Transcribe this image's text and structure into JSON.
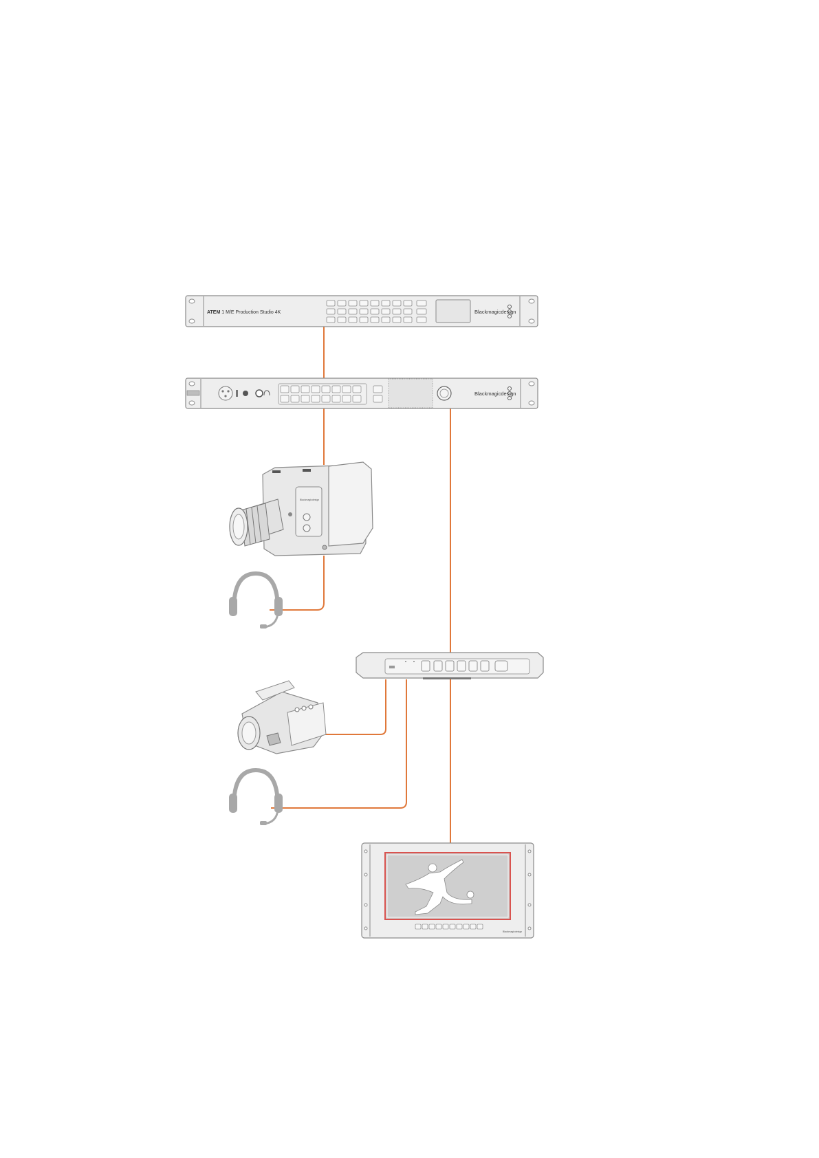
{
  "colors": {
    "cable": "#e0783a",
    "device_fill": "#eeeeee",
    "device_stroke": "#8a8a8a",
    "device_dark": "#9a9a9a",
    "headset": "#a8a8a8",
    "screen_frame": "#d9534f",
    "screen_bg": "#cfcfcf"
  },
  "switcher": {
    "brand_strong": "ATEM",
    "model": " 1 M/E Production Studio 4K",
    "logo": "Blackmagicdesign"
  },
  "converter": {
    "logo": "Blackmagicdesign"
  },
  "camera": {
    "logo": "Blackmagicdesign"
  },
  "monitor": {
    "logo": "Blackmagicdesign"
  },
  "icons": {
    "switcher": "rack-unit-icon",
    "converter": "rack-unit-icon",
    "studio_camera": "studio-camera-icon",
    "headset_1": "headset-icon",
    "camcorder": "camcorder-icon",
    "headset_2": "headset-icon",
    "mini_converter": "mini-converter-icon",
    "monitor": "broadcast-monitor-icon"
  }
}
